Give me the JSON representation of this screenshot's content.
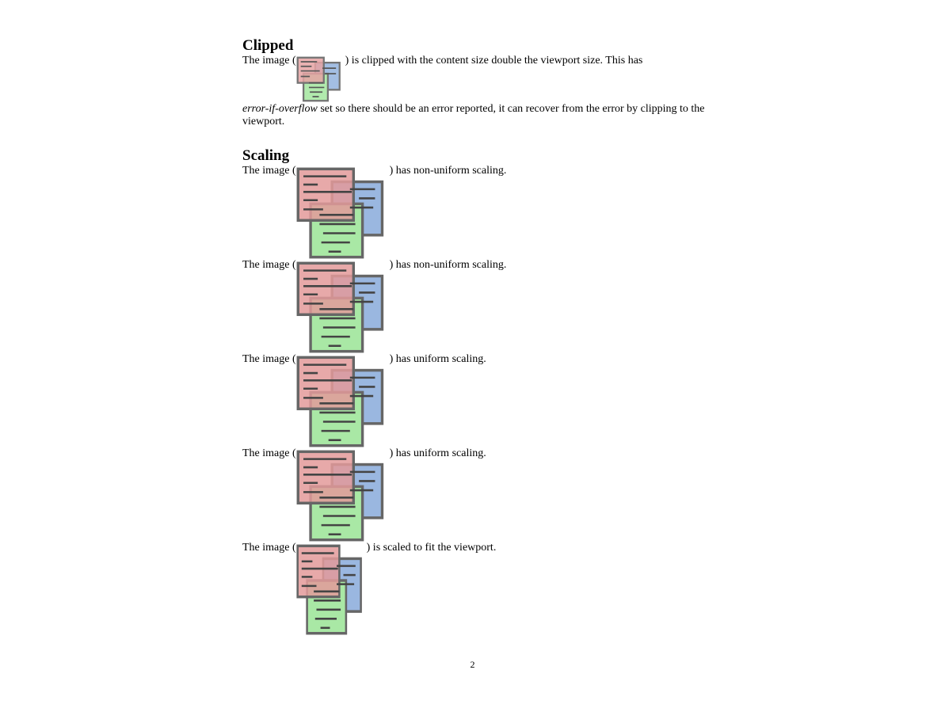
{
  "sections": [
    {
      "heading": "Clipped",
      "lines": [
        {
          "before": "The image (",
          "after": ") is clipped with the content size double the viewport size. This has",
          "image_alt": "overlapping-documents-image"
        }
      ],
      "continuation": {
        "em": "error-if-overflow",
        "rest": " set so there should be an error reported, it can recover from the error by clipping to the viewport."
      }
    },
    {
      "heading": "Scaling",
      "lines": [
        {
          "before": "The image (",
          "after": ") has non-uniform scaling."
        },
        {
          "before": "The image (",
          "after": ") has non-uniform scaling."
        },
        {
          "before": "The image (",
          "after": ") has uniform scaling."
        },
        {
          "before": "The image (",
          "after": ") has uniform scaling."
        },
        {
          "before": "The image (",
          "after": ") is scaled to fit the viewport."
        }
      ]
    }
  ],
  "page_number": "2",
  "colors": {
    "doc_red": "#e39a9a",
    "doc_blue": "#9ab7e0",
    "doc_green": "#a9e8a5",
    "border": "#666666"
  }
}
